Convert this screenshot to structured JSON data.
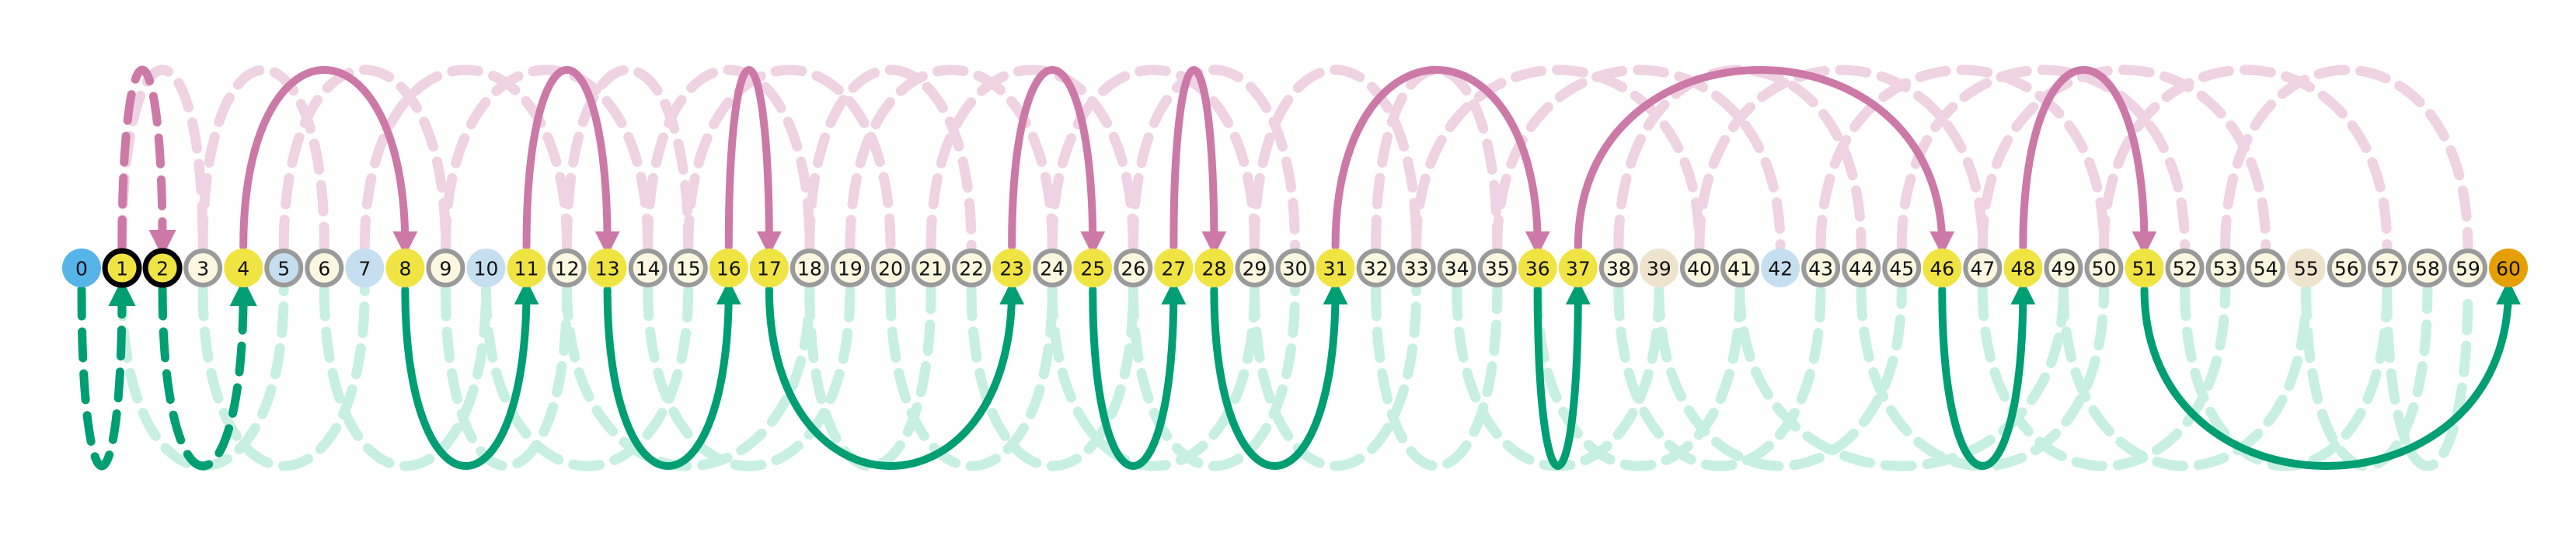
{
  "colors": {
    "start_node": "#56b4e9",
    "end_node": "#e69f00",
    "yellow_node": "#f0e442",
    "cream_node": "#fbf7e0",
    "light_blue_node": "#c6dff0",
    "tan_node": "#eee3cc",
    "node_ring_gray": "#9a9a9a",
    "node_ring_black": "#000000",
    "arc_top": "#cc79a7",
    "arc_bottom": "#009e73",
    "arc_top_faint": "#efd3e2",
    "arc_bottom_faint": "#c8f0e2"
  },
  "nodes": [
    {
      "label": "0",
      "style": "start"
    },
    {
      "label": "1",
      "style": "yellow_black"
    },
    {
      "label": "2",
      "style": "yellow_black"
    },
    {
      "label": "3",
      "style": "cream"
    },
    {
      "label": "4",
      "style": "yellow"
    },
    {
      "label": "5",
      "style": "light_blue_ring"
    },
    {
      "label": "6",
      "style": "cream"
    },
    {
      "label": "7",
      "style": "light_blue"
    },
    {
      "label": "8",
      "style": "yellow"
    },
    {
      "label": "9",
      "style": "cream"
    },
    {
      "label": "10",
      "style": "light_blue"
    },
    {
      "label": "11",
      "style": "yellow"
    },
    {
      "label": "12",
      "style": "cream"
    },
    {
      "label": "13",
      "style": "yellow"
    },
    {
      "label": "14",
      "style": "cream"
    },
    {
      "label": "15",
      "style": "cream"
    },
    {
      "label": "16",
      "style": "yellow"
    },
    {
      "label": "17",
      "style": "yellow"
    },
    {
      "label": "18",
      "style": "cream"
    },
    {
      "label": "19",
      "style": "cream"
    },
    {
      "label": "20",
      "style": "cream"
    },
    {
      "label": "21",
      "style": "cream"
    },
    {
      "label": "22",
      "style": "cream"
    },
    {
      "label": "23",
      "style": "yellow"
    },
    {
      "label": "24",
      "style": "cream"
    },
    {
      "label": "25",
      "style": "yellow"
    },
    {
      "label": "26",
      "style": "cream"
    },
    {
      "label": "27",
      "style": "yellow"
    },
    {
      "label": "28",
      "style": "yellow"
    },
    {
      "label": "29",
      "style": "cream"
    },
    {
      "label": "30",
      "style": "cream"
    },
    {
      "label": "31",
      "style": "yellow"
    },
    {
      "label": "32",
      "style": "cream"
    },
    {
      "label": "33",
      "style": "cream"
    },
    {
      "label": "34",
      "style": "cream"
    },
    {
      "label": "35",
      "style": "cream"
    },
    {
      "label": "36",
      "style": "yellow"
    },
    {
      "label": "37",
      "style": "yellow"
    },
    {
      "label": "38",
      "style": "cream"
    },
    {
      "label": "39",
      "style": "tan"
    },
    {
      "label": "40",
      "style": "cream"
    },
    {
      "label": "41",
      "style": "cream"
    },
    {
      "label": "42",
      "style": "light_blue"
    },
    {
      "label": "43",
      "style": "cream"
    },
    {
      "label": "44",
      "style": "cream"
    },
    {
      "label": "45",
      "style": "cream"
    },
    {
      "label": "46",
      "style": "yellow"
    },
    {
      "label": "47",
      "style": "cream"
    },
    {
      "label": "48",
      "style": "yellow"
    },
    {
      "label": "49",
      "style": "cream"
    },
    {
      "label": "50",
      "style": "cream"
    },
    {
      "label": "51",
      "style": "yellow"
    },
    {
      "label": "52",
      "style": "cream"
    },
    {
      "label": "53",
      "style": "cream"
    },
    {
      "label": "54",
      "style": "cream"
    },
    {
      "label": "55",
      "style": "tan"
    },
    {
      "label": "56",
      "style": "cream"
    },
    {
      "label": "57",
      "style": "cream"
    },
    {
      "label": "58",
      "style": "cream"
    },
    {
      "label": "59",
      "style": "cream"
    },
    {
      "label": "60",
      "style": "end"
    }
  ],
  "main_arcs_top": [
    {
      "from": 4,
      "to": 8
    },
    {
      "from": 11,
      "to": 13
    },
    {
      "from": 16,
      "to": 17
    },
    {
      "from": 23,
      "to": 25
    },
    {
      "from": 27,
      "to": 28
    },
    {
      "from": 31,
      "to": 36
    },
    {
      "from": 37,
      "to": 46
    },
    {
      "from": 48,
      "to": 51
    }
  ],
  "dashed_arcs_top": [
    {
      "from": 1,
      "to": 2
    }
  ],
  "main_arcs_bottom": [
    {
      "from": 8,
      "to": 11
    },
    {
      "from": 13,
      "to": 16
    },
    {
      "from": 17,
      "to": 23
    },
    {
      "from": 25,
      "to": 27
    },
    {
      "from": 28,
      "to": 31
    },
    {
      "from": 36,
      "to": 37
    },
    {
      "from": 46,
      "to": 48
    },
    {
      "from": 51,
      "to": 60
    }
  ],
  "dashed_arcs_bottom": [
    {
      "from": 0,
      "to": 1
    },
    {
      "from": 2,
      "to": 4
    }
  ],
  "faint_arcs_top": [
    {
      "from": 1,
      "to": 3
    },
    {
      "from": 3,
      "to": 6
    },
    {
      "from": 5,
      "to": 9
    },
    {
      "from": 7,
      "to": 12
    },
    {
      "from": 9,
      "to": 14
    },
    {
      "from": 12,
      "to": 15
    },
    {
      "from": 14,
      "to": 18
    },
    {
      "from": 15,
      "to": 20
    },
    {
      "from": 18,
      "to": 22
    },
    {
      "from": 19,
      "to": 24
    },
    {
      "from": 21,
      "to": 26
    },
    {
      "from": 24,
      "to": 29
    },
    {
      "from": 26,
      "to": 30
    },
    {
      "from": 29,
      "to": 33
    },
    {
      "from": 32,
      "to": 35
    },
    {
      "from": 33,
      "to": 40
    },
    {
      "from": 35,
      "to": 42
    },
    {
      "from": 38,
      "to": 44
    },
    {
      "from": 40,
      "to": 47
    },
    {
      "from": 43,
      "to": 50
    },
    {
      "from": 45,
      "to": 52
    },
    {
      "from": 47,
      "to": 54
    },
    {
      "from": 50,
      "to": 57
    },
    {
      "from": 53,
      "to": 59
    }
  ],
  "faint_arcs_bottom": [
    {
      "from": 1,
      "to": 5
    },
    {
      "from": 3,
      "to": 7
    },
    {
      "from": 6,
      "to": 10
    },
    {
      "from": 9,
      "to": 12
    },
    {
      "from": 10,
      "to": 15
    },
    {
      "from": 12,
      "to": 18
    },
    {
      "from": 14,
      "to": 19
    },
    {
      "from": 18,
      "to": 21
    },
    {
      "from": 20,
      "to": 24
    },
    {
      "from": 22,
      "to": 26
    },
    {
      "from": 24,
      "to": 29
    },
    {
      "from": 26,
      "to": 30
    },
    {
      "from": 29,
      "to": 33
    },
    {
      "from": 32,
      "to": 35
    },
    {
      "from": 34,
      "to": 39
    },
    {
      "from": 36,
      "to": 41
    },
    {
      "from": 38,
      "to": 43
    },
    {
      "from": 39,
      "to": 45
    },
    {
      "from": 41,
      "to": 49
    },
    {
      "from": 44,
      "to": 50
    },
    {
      "from": 47,
      "to": 53
    },
    {
      "from": 49,
      "to": 55
    },
    {
      "from": 52,
      "to": 57
    },
    {
      "from": 55,
      "to": 58
    },
    {
      "from": 57,
      "to": 59
    }
  ]
}
